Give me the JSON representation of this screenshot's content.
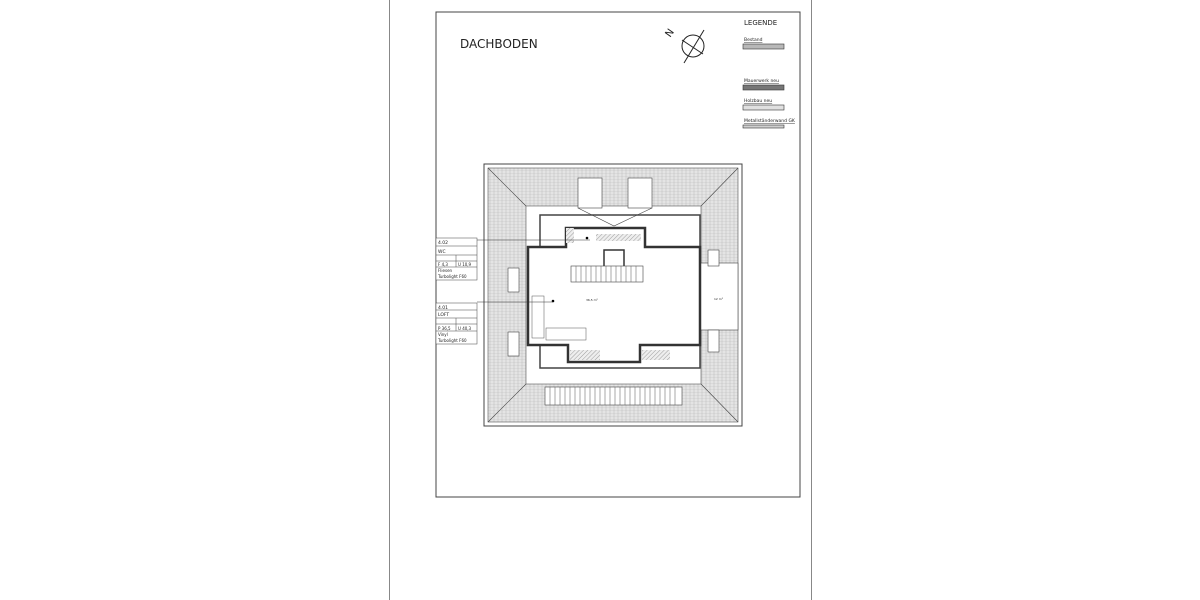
{
  "title": "DACHBODEN",
  "legend": {
    "heading": "LEGENDE",
    "items": [
      {
        "label": "Bestand",
        "fill": "#b8b8b8"
      },
      {
        "label": "Mauerwerk neu",
        "fill": "#777777"
      },
      {
        "label": "Holzbau neu",
        "fill": "#e0e0e0"
      },
      {
        "label": "Metallständerwand GK",
        "fill": "#cfcfcf"
      }
    ]
  },
  "compass": {
    "label": "N",
    "icon": "north-arrow-icon"
  },
  "rooms": [
    {
      "number": "4.02",
      "name": "WC",
      "area": "F 4,3",
      "perimeter": "U 10,9",
      "floor": "Fliesen",
      "door": "Turbolight F60"
    },
    {
      "number": "4.01",
      "name": "LOFT",
      "area": "P 36,5",
      "perimeter": "U 40,3",
      "floor": "Vinyl",
      "door": "Turbolight F60"
    }
  ],
  "colors": {
    "roof_hatch": "#dcdcdc",
    "wall": "#444444",
    "line": "#333333"
  }
}
